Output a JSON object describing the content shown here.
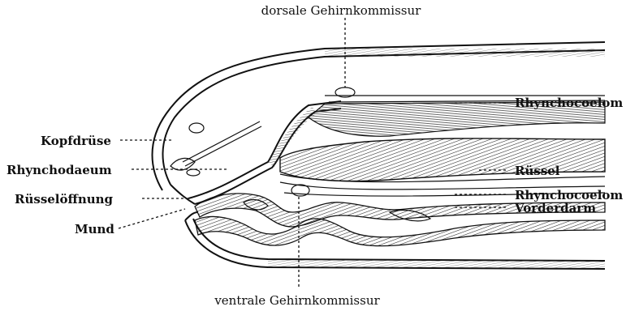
{
  "figure": {
    "labels": {
      "dorsal_commissure": "dorsale Gehirnkommissur",
      "ventral_commissure": "ventrale Gehirnkommissur",
      "kopfdruese": "Kopfdrüse",
      "rhynchodaeum": "Rhynchodaeum",
      "ruesseloeffnung": "Rüsselöffnung",
      "mund": "Mund",
      "rhynchocoelom_top": "Rhynchocoelom",
      "ruessel": "Rüssel",
      "rhynchocoelom_bottom": "Rhynchocoelom",
      "vorderdarm": "Vorderdarm"
    }
  }
}
